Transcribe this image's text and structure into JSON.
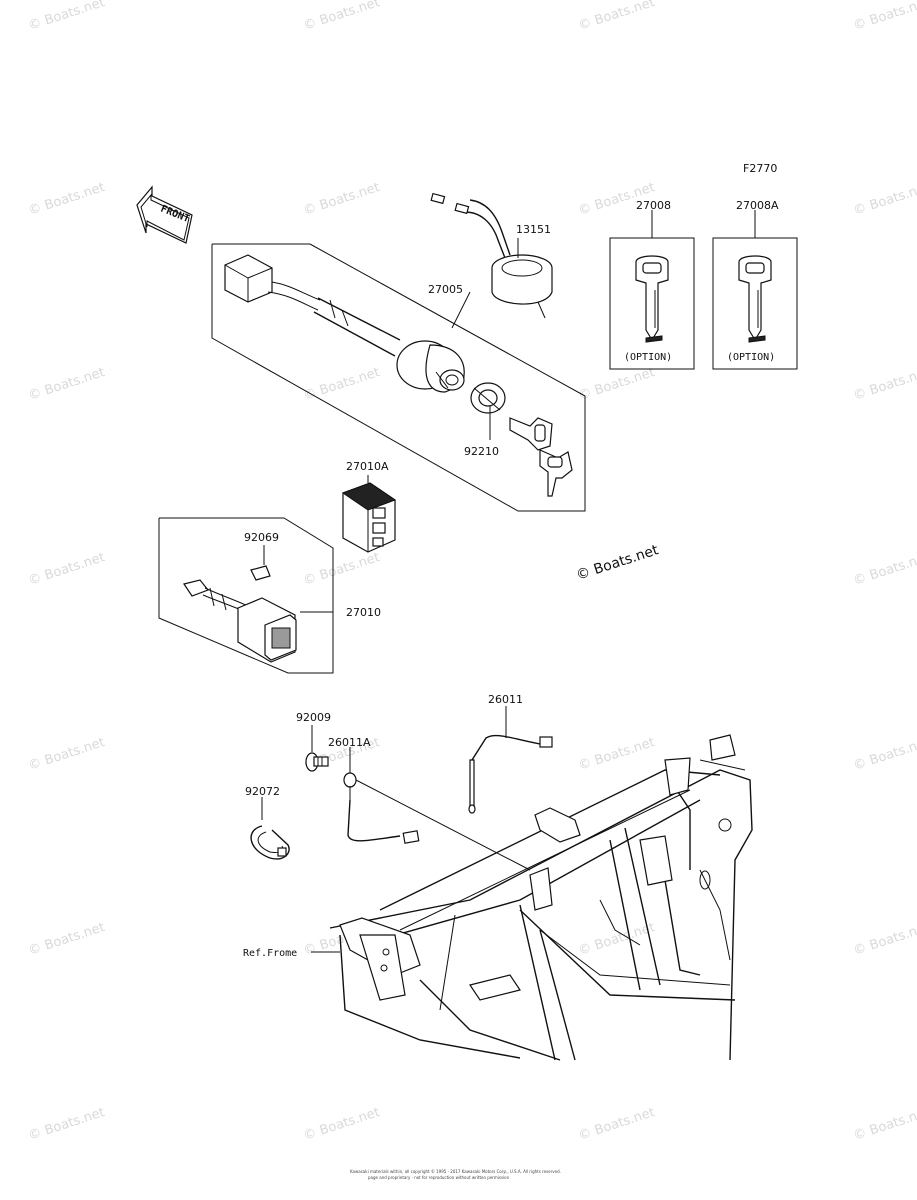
{
  "figure_code": "F2770",
  "front_label": "FRONT",
  "watermark": "© Boats.net",
  "option_label": "(OPTION)",
  "ref_frame_label": "Ref.Frome",
  "copyright_lines": [
    "Kawasaki materials within, all copyright © 1995 - 2017 Kawasaki Motors Corp., U.S.A. All rights reserved.",
    "page and proprietary · not for reproduction without written permission"
  ],
  "parts": {
    "p13151": "13151",
    "p27008": "27008",
    "p27008A": "27008A",
    "p27005": "27005",
    "p92210": "92210",
    "p27010A": "27010A",
    "p92069": "92069",
    "p27010": "27010",
    "p26011": "26011",
    "p92009": "92009",
    "p26011A": "26011A",
    "p92072": "92072"
  }
}
